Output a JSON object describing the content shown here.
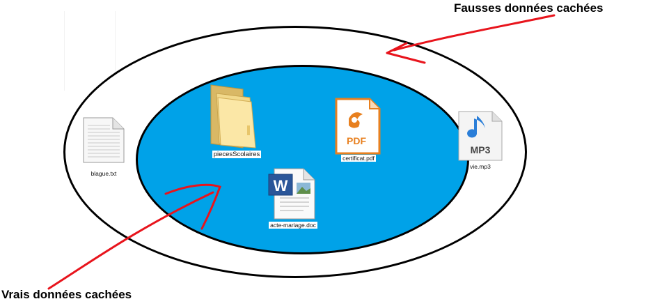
{
  "labels": {
    "fake_hidden": "Fausses données cachées",
    "real_hidden": "Vrais données cachées"
  },
  "files": {
    "txt": {
      "name": "blague.txt",
      "icon": "text-file-icon"
    },
    "folder": {
      "name": "piecesScolaires",
      "icon": "folder-icon"
    },
    "pdf": {
      "name": "certificat.pdf",
      "icon": "pdf-file-icon",
      "badge": "PDF"
    },
    "doc": {
      "name": "acte-mariage.doc",
      "icon": "word-document-icon",
      "badge": "W"
    },
    "mp3": {
      "name": "vie.mp3",
      "icon": "mp3-file-icon",
      "badge": "MP3"
    }
  },
  "colors": {
    "inner_fill": "#00a2e8",
    "arrow": "#e8141c"
  }
}
